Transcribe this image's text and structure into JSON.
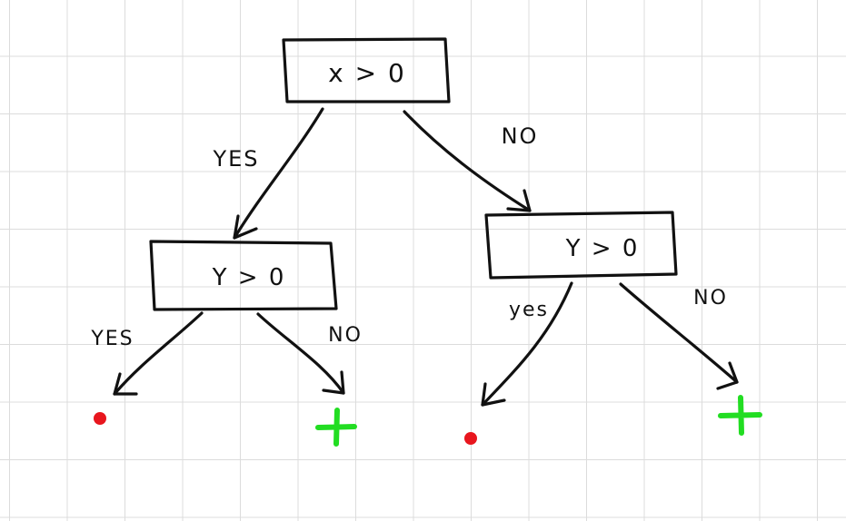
{
  "nodes": {
    "root": {
      "label": "x > 0"
    },
    "left": {
      "label": "Y > 0"
    },
    "right": {
      "label": "Y > 0"
    }
  },
  "edges": {
    "root_yes": "YES",
    "root_no": "NO",
    "left_yes": "YES",
    "left_no": "NO",
    "right_yes": "yes",
    "right_no": "NO"
  },
  "leaves": {
    "left_yes": {
      "marker": "dot",
      "color": "#e8161e"
    },
    "left_no": {
      "marker": "plus",
      "color": "#22dd22"
    },
    "right_yes": {
      "marker": "dot",
      "color": "#e8161e"
    },
    "right_no": {
      "marker": "plus",
      "color": "#22dd22"
    }
  }
}
